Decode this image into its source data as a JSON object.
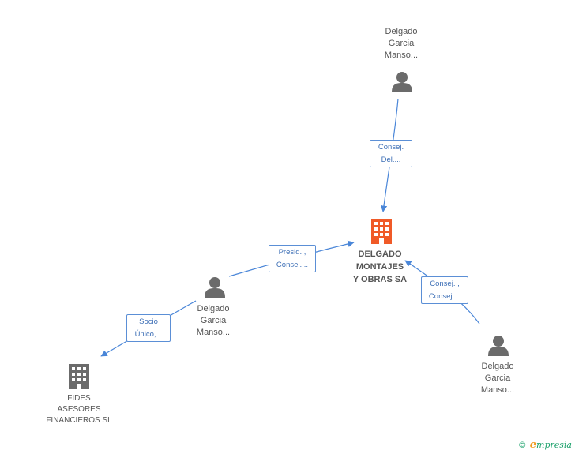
{
  "nodes": {
    "center": {
      "lines": [
        "DELGADO",
        "MONTAJES",
        "Y OBRAS SA"
      ]
    },
    "top_person": {
      "lines": [
        "Delgado",
        "Garcia",
        "Manso..."
      ]
    },
    "middle_person": {
      "lines": [
        "Delgado",
        "Garcia",
        "Manso..."
      ]
    },
    "right_person": {
      "lines": [
        "Delgado",
        "Garcia",
        "Manso..."
      ]
    },
    "fides": {
      "lines": [
        "FIDES",
        "ASESORES",
        "FINANCIEROS SL"
      ]
    }
  },
  "edges": {
    "top": {
      "lines": [
        "Consej.",
        "Del...."
      ]
    },
    "middle": {
      "lines": [
        "Presid. ,",
        "Consej...."
      ]
    },
    "right": {
      "lines": [
        "Consej. ,",
        "Consej...."
      ]
    },
    "fides": {
      "lines": [
        "Socio",
        "Único,..."
      ]
    }
  },
  "brand": {
    "copyright": "©",
    "initial": "e",
    "name": "mpresia"
  },
  "colors": {
    "edge": "#4a86d8",
    "center_building": "#f05a28",
    "icon": "#6b6b6b"
  }
}
